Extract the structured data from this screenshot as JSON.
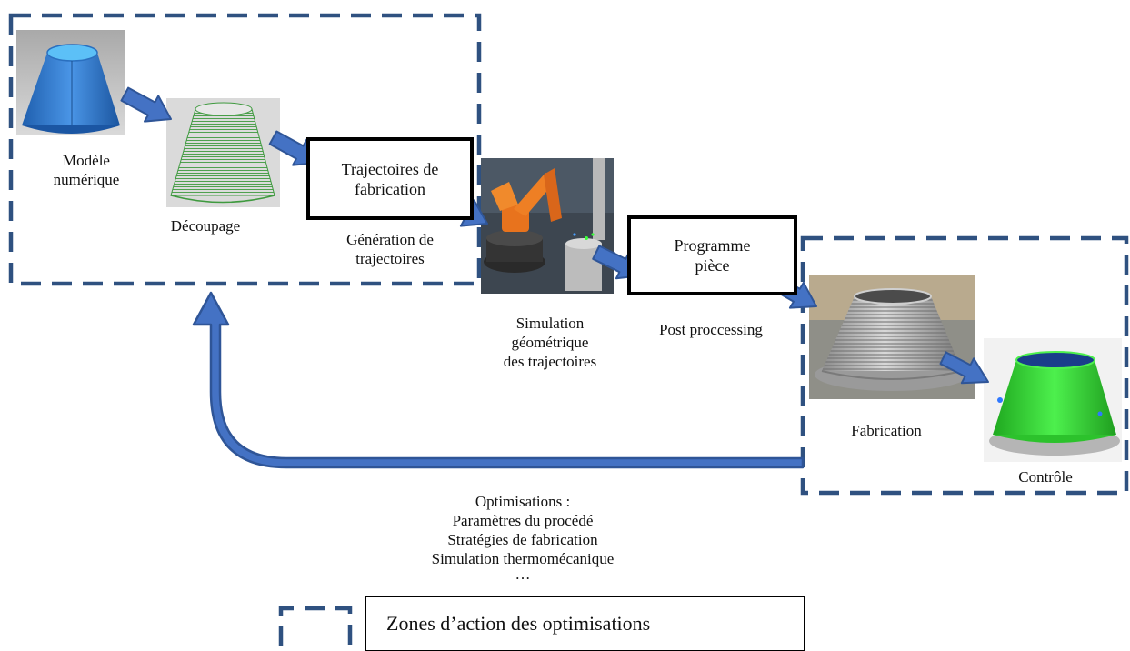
{
  "stages": {
    "modele": "Modèle\nnumérique",
    "decoupage": "Découpage",
    "trajectoires_box": "Trajectoires de\nfabrication",
    "generation": "Génération de\ntrajectoires",
    "simulation": "Simulation\ngéométrique\ndes trajectoires",
    "programme_box": "Programme\npièce",
    "post": "Post proccessing",
    "fabrication": "Fabrication",
    "controle": "Contrôle"
  },
  "optimisations": {
    "lines": [
      "Optimisations :",
      "Paramètres du procédé",
      "Stratégies de fabrication",
      "Simulation thermomécanique",
      "…"
    ]
  },
  "legend": {
    "label": "Zones d’action des optimisations"
  },
  "colors": {
    "dash_border": "#2f5180",
    "arrow_fill": "#4472c4",
    "arrow_stroke": "#2f5597",
    "cone_blue": "#3b86d8",
    "mesh_green": "#4caf50",
    "robot_orange": "#e8731d",
    "scan_green": "#33e033"
  }
}
